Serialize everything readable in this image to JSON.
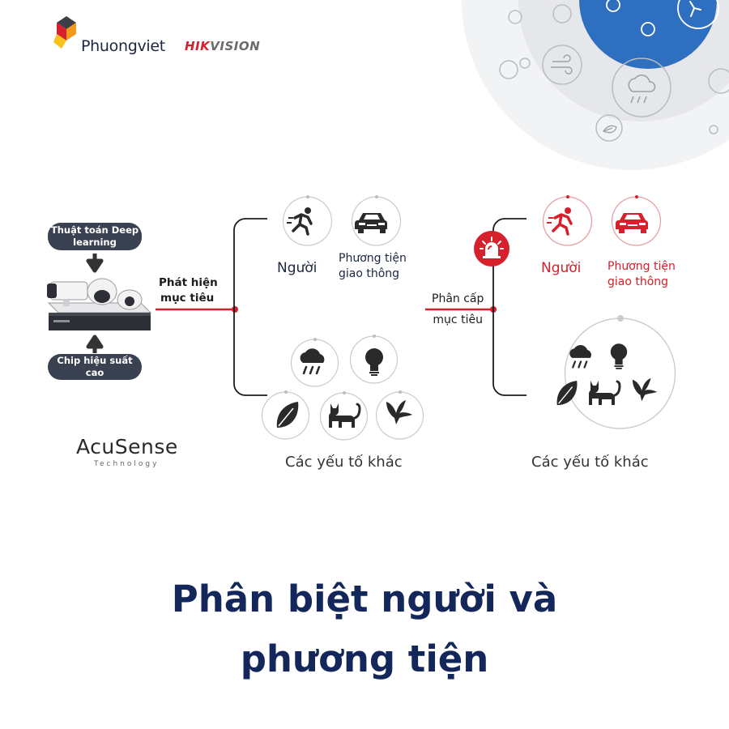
{
  "brand": {
    "company": "Phuongviet",
    "hik_red": "HIK",
    "hik_grey": "VISION",
    "colors": {
      "accent": "#d6202b",
      "navy": "#14275a",
      "dark_pill": "#3a4150"
    }
  },
  "left_panel": {
    "algo_pill": "Thuật toán Deep learning",
    "chip_pill": "Chip hiệu suất cao",
    "detect_label": [
      "Phát hiện",
      "mục tiêu"
    ],
    "acusense_main": "AcuSense",
    "acusense_sub": "Technology"
  },
  "middle_panel": {
    "person_label": "Người",
    "vehicle_label": [
      "Phương tiện",
      "giao thông"
    ],
    "other_label": "Các yếu tố khác",
    "icons": [
      "running-person-icon",
      "car-icon",
      "rain-cloud-icon",
      "light-bulb-icon",
      "leaf-icon",
      "cat-icon",
      "bird-icon"
    ]
  },
  "right_panel": {
    "classify_label": [
      "Phân cấp",
      "mục tiêu"
    ],
    "person_label": "Người",
    "vehicle_label": [
      "Phương tiện",
      "giao thông"
    ],
    "other_label": "Các yếu tố khác",
    "icons": [
      "alarm-siren-icon",
      "running-person-icon",
      "car-icon",
      "rain-cloud-icon",
      "light-bulb-icon",
      "leaf-icon",
      "cat-icon",
      "bird-icon"
    ]
  },
  "headline": [
    "Phân biệt người và",
    "phương tiện"
  ]
}
